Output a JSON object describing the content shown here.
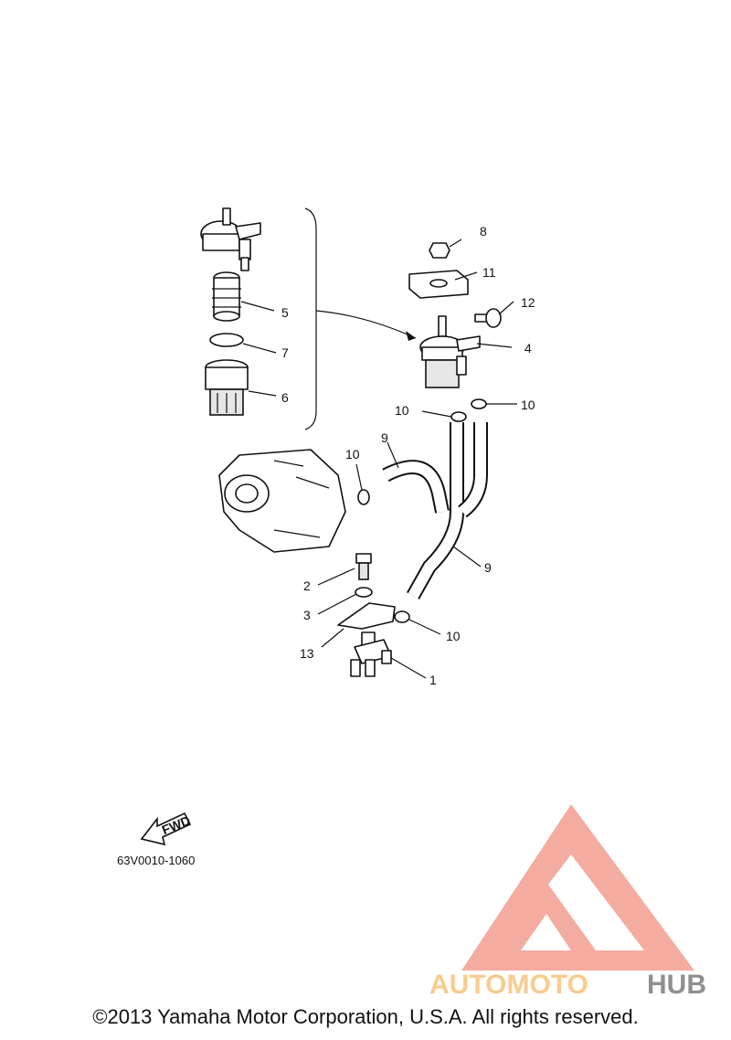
{
  "diagram_code": "63V0010-1060",
  "fwd_label": "FWD",
  "copyright": "©2013 Yamaha Motor Corporation, U.S.A. All rights reserved.",
  "watermark": {
    "text_left": "AUTOMOTO",
    "text_right": "HUB",
    "color_primary": "#f4a79b",
    "color_secondary": "#8a8a8a",
    "color_accent": "#f8c98a"
  },
  "callouts": {
    "c1": "1",
    "c2": "2",
    "c3": "3",
    "c4": "4",
    "c5": "5",
    "c6": "6",
    "c7": "7",
    "c8": "8",
    "c9a": "9",
    "c9b": "9",
    "c10a": "10",
    "c10b": "10",
    "c10c": "10",
    "c10d": "10",
    "c11": "11",
    "c12": "12",
    "c13": "13"
  }
}
